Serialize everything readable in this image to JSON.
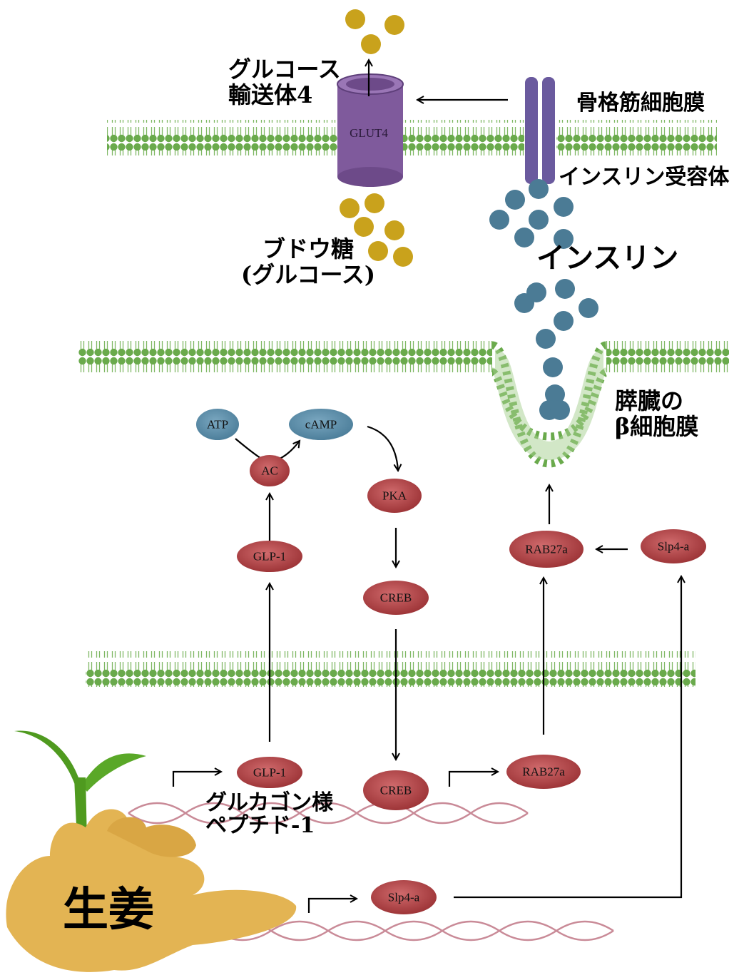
{
  "labels": {
    "glut_title_line1": "グルコース",
    "glut_title_line2": "輸送体4",
    "glut4": "GLUT4",
    "muscle_membrane": "骨格筋細胞膜",
    "insulin_receptor": "インスリン受容体",
    "glucose_line1": "ブドウ糖",
    "glucose_line2": "(グルコース)",
    "insulin": "インスリン",
    "beta_line1": "膵臓の",
    "beta_line2": "β細胞膜",
    "glp1_full_line1": "グルカゴン様",
    "glp1_full_line2": "ペプチド-1",
    "ginger": "生姜"
  },
  "nodes": {
    "atp": "ATP",
    "camp": "cAMP",
    "ac": "AC",
    "pka": "PKA",
    "glp1_upper": "GLP-1",
    "creb_upper": "CREB",
    "rab27a_upper": "RAB27a",
    "slp4a_upper": "Slp4-a",
    "glp1_gene": "GLP-1",
    "creb_gene": "CREB",
    "rab27a_gene": "RAB27a",
    "slp4a_gene": "Slp4-a"
  },
  "colors": {
    "membrane": "#6aaa4c",
    "glucose": "#c9a21c",
    "insulin": "#4b7b95",
    "protein_red": "#b3474a",
    "protein_blue": "#5b8ba6",
    "glut4": "#7f5a9c",
    "ginger": "#e3b453",
    "leaf": "#4f9a1f",
    "dna": "#c98a97"
  }
}
